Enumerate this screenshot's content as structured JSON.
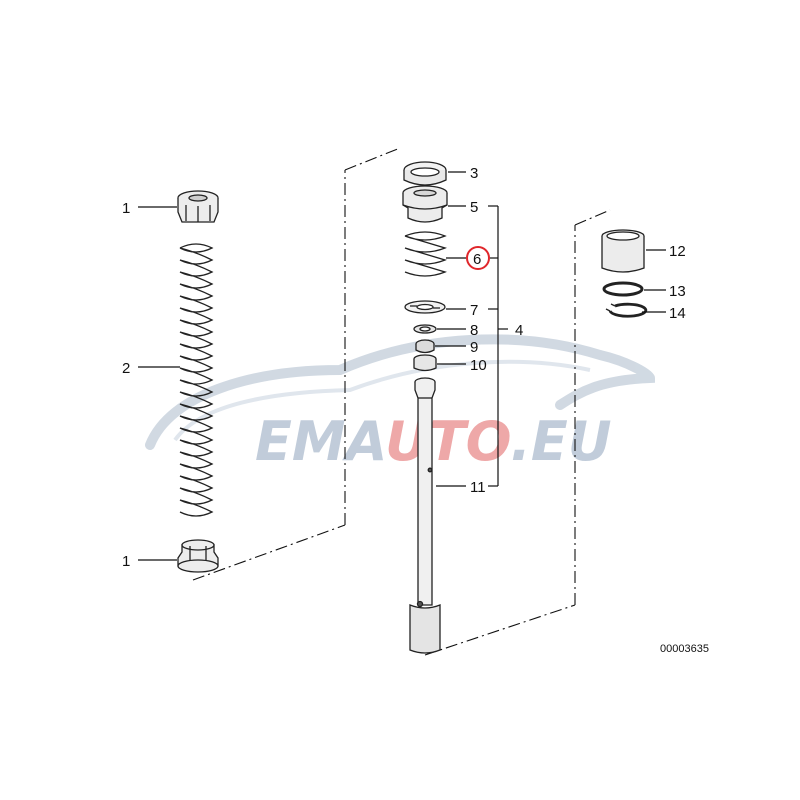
{
  "callouts": {
    "c1_top": "1",
    "c1_bottom": "1",
    "c2": "2",
    "c3": "3",
    "c4": "4",
    "c5": "5",
    "c6": "6",
    "c7": "7",
    "c8": "8",
    "c9": "9",
    "c10": "10",
    "c11": "11",
    "c12": "12",
    "c13": "13",
    "c14": "14"
  },
  "highlighted_callout": "6",
  "highlight_color": "#e0262b",
  "diagram_id": "00003635",
  "watermark": {
    "part1": "EMA",
    "part2": "UTO",
    "part3": ".EU",
    "color_grey": "#b7c4d4",
    "color_red": "#ec9a9a"
  }
}
